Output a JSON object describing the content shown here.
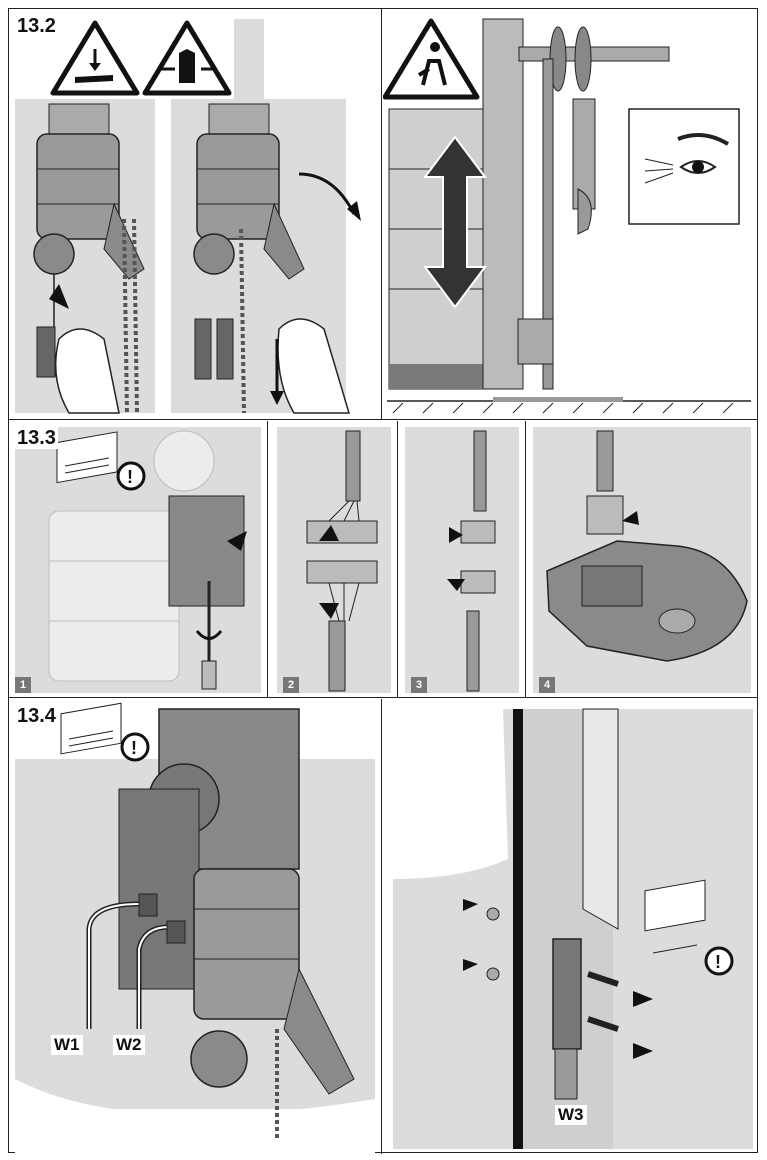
{
  "sections": {
    "s13_2": {
      "label": "13.2"
    },
    "s13_3": {
      "label": "13.3",
      "steps": [
        "1",
        "2",
        "3",
        "4"
      ]
    },
    "s13_4": {
      "label": "13.4",
      "wires": {
        "w1": "W1",
        "w2": "W2",
        "w3": "W3"
      }
    }
  },
  "colors": {
    "panel_gray": "#dcdcdc",
    "motor_gray": "#9a9a9a",
    "dark_gray": "#6b6b6b",
    "warning_yellow_outline": "#222222",
    "arrow": "#111111"
  },
  "icons": [
    "hand-crush-warning-icon",
    "hands-pinch-warning-icon",
    "falling-object-warning-icon",
    "eye-inspection-icon",
    "manual-note-icon"
  ]
}
